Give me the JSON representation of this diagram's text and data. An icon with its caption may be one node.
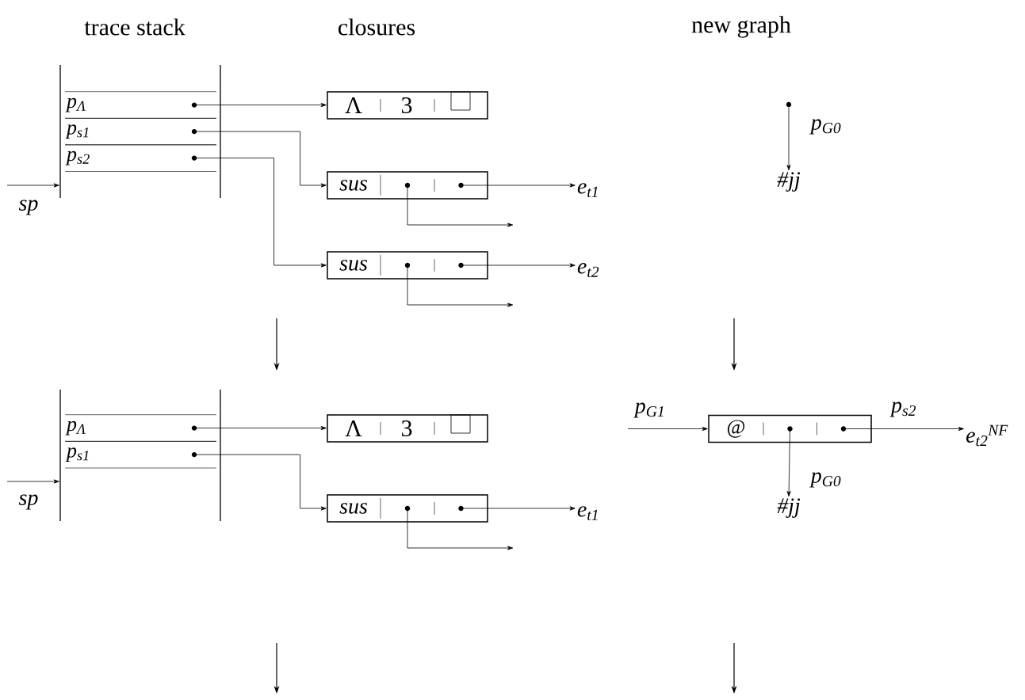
{
  "diagram": {
    "nodes": [
      {
        "text": [],
        "shape": "box"
      },
      {
        "text": [
          "p$_{Λ}$"
        ],
        "in": 0
      },
      {
        "text": [
          "p$_{s1}$"
        ],
        "in": 0
      },
      {
        "text": [
          "p$_{s2}$"
        ],
        "in": 0
      },
      {
        "text": [
          "Λ",
          "3"
        ]
      },
      {
        "text": [
          "sus"
        ]
      },
      {
        "text": [
          "e$_{t1}$"
        ]
      },
      {
        "text": [
          "sus"
        ]
      },
      {
        "text": [
          "e$_{t2}$"
        ]
      },
      {
        "text": [
          "#jj"
        ]
      },
      {
        "text": [],
        "shape": "box"
      },
      {
        "text": [
          "p$_{Λ}$"
        ],
        "in": 10
      },
      {
        "text": [
          "p$_{s1}$"
        ],
        "in": 10
      },
      {
        "text": [
          "Λ",
          "3"
        ]
      },
      {
        "text": [
          "@"
        ]
      },
      {
        "text": [
          "e$_{t2}$$^{NF}$"
        ]
      },
      {
        "text": [
          "sus"
        ]
      },
      {
        "text": [
          "e$_{t1}$"
        ]
      },
      {
        "text": [
          "#jj"
        ]
      },
      {
        "text": [],
        "shape": "circle"
      }
    ],
    "edges": [
      {
        "from": null,
        "to": 0,
        "arrow": "to",
        "label": "sp"
      },
      {
        "from": 1,
        "to": 4,
        "arrow": "to"
      },
      {
        "from": 2,
        "to": 5,
        "arrow": "to"
      },
      {
        "from": 3,
        "to": 7,
        "arrow": "to"
      },
      {
        "from": 5,
        "to": 6,
        "arrow": "to"
      },
      {
        "from": 5,
        "to": null,
        "arrow": "to"
      },
      {
        "from": 7,
        "to": 8,
        "arrow": "to"
      },
      {
        "from": 7,
        "to": null,
        "arrow": "to"
      },
      {
        "from": 19,
        "to": 9,
        "arrow": "to",
        "label": "p$_{G0}$"
      },
      {
        "from": null,
        "to": 10,
        "arrow": "to",
        "label": "sp"
      },
      {
        "from": 11,
        "to": 13,
        "arrow": "to"
      },
      {
        "from": 12,
        "to": 16,
        "arrow": "to"
      },
      {
        "from": 16,
        "to": 17,
        "arrow": "to"
      },
      {
        "from": 16,
        "to": null,
        "arrow": "to"
      },
      {
        "from": null,
        "to": 14,
        "arrow": "to",
        "label": "p$_{G1}$"
      },
      {
        "from": 14,
        "to": 15,
        "arrow": "to",
        "label": "p$_{s2}$"
      },
      {
        "from": 14,
        "to": 18,
        "arrow": "to",
        "label": "p$_{G0}$"
      }
    ],
    "labels": [
      "trace stack",
      "closures",
      "new graph"
    ]
  }
}
